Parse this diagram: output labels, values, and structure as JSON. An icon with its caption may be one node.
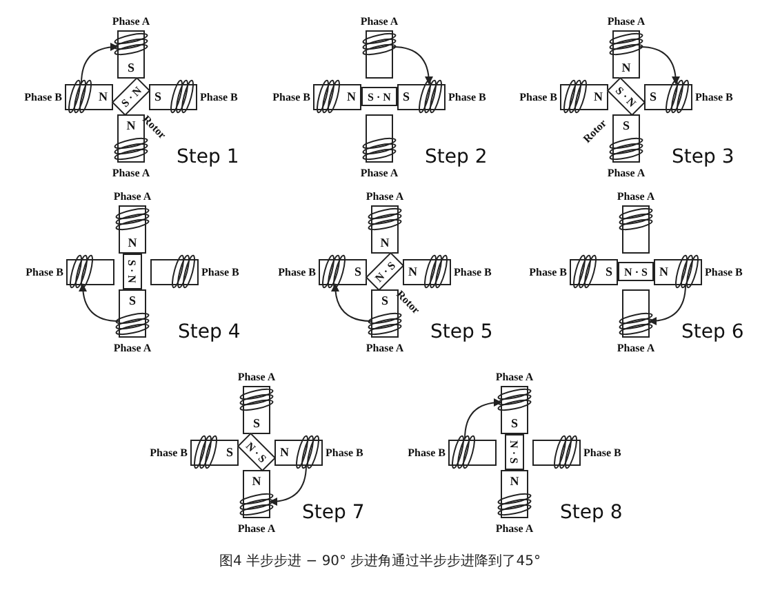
{
  "diagram": {
    "caption": "图4 半步步进 − 90° 步进角通过半步步进降到了45°",
    "nodes": [
      {
        "text": [
          "S"
        ],
        "beside": [
          "Phase A"
        ]
      },
      {
        "text": [
          "N"
        ],
        "beside": [
          "Phase B"
        ]
      },
      {
        "text": [
          "S · N"
        ],
        "beside": [
          "Rotor"
        ]
      },
      {
        "text": [
          "S"
        ],
        "beside": [
          "Phase B"
        ]
      },
      {
        "text": [
          "N"
        ],
        "beside": [
          "Phase A"
        ]
      },
      {
        "text": [],
        "shape": "box",
        "beside": [
          "Phase A"
        ]
      },
      {
        "text": [
          "N"
        ],
        "beside": [
          "Phase B"
        ]
      },
      {
        "text": [
          "S · N"
        ]
      },
      {
        "text": [
          "S"
        ],
        "beside": [
          "Phase B"
        ]
      },
      {
        "text": [],
        "shape": "box",
        "beside": [
          "Phase A"
        ]
      },
      {
        "text": [
          "N"
        ],
        "beside": [
          "Phase A"
        ]
      },
      {
        "text": [
          "N"
        ],
        "beside": [
          "Phase B"
        ]
      },
      {
        "text": [
          "S · N"
        ],
        "beside": [
          "Rotor"
        ]
      },
      {
        "text": [
          "S"
        ],
        "beside": [
          "Phase B"
        ]
      },
      {
        "text": [
          "S"
        ],
        "beside": [
          "Phase A"
        ]
      },
      {
        "text": [
          "N"
        ],
        "beside": [
          "Phase A"
        ]
      },
      {
        "text": [],
        "shape": "box",
        "beside": [
          "Phase B"
        ]
      },
      {
        "text": [
          "S · N"
        ]
      },
      {
        "text": [],
        "shape": "box",
        "beside": [
          "Phase B"
        ]
      },
      {
        "text": [
          "S"
        ],
        "beside": [
          "Phase A"
        ]
      },
      {
        "text": [
          "N"
        ],
        "beside": [
          "Phase A"
        ]
      },
      {
        "text": [
          "S"
        ],
        "beside": [
          "Phase B"
        ]
      },
      {
        "text": [
          "N · S"
        ],
        "beside": [
          "Rotor"
        ]
      },
      {
        "text": [
          "N"
        ],
        "beside": [
          "Phase B"
        ]
      },
      {
        "text": [
          "S"
        ],
        "beside": [
          "Phase A"
        ]
      },
      {
        "text": [],
        "shape": "box",
        "beside": [
          "Phase A"
        ]
      },
      {
        "text": [
          "S"
        ],
        "beside": [
          "Phase B"
        ]
      },
      {
        "text": [
          "N · S"
        ]
      },
      {
        "text": [
          "N"
        ],
        "beside": [
          "Phase B"
        ]
      },
      {
        "text": [],
        "shape": "box",
        "beside": [
          "Phase A"
        ]
      },
      {
        "text": [
          "S"
        ],
        "beside": [
          "Phase A"
        ]
      },
      {
        "text": [
          "S"
        ],
        "beside": [
          "Phase B"
        ]
      },
      {
        "text": [
          "N · S"
        ]
      },
      {
        "text": [
          "N"
        ],
        "beside": [
          "Phase B"
        ]
      },
      {
        "text": [
          "N"
        ],
        "beside": [
          "Phase A"
        ]
      },
      {
        "text": [
          "S"
        ],
        "beside": [
          "Phase A"
        ]
      },
      {
        "text": [],
        "shape": "box",
        "beside": [
          "Phase B"
        ]
      },
      {
        "text": [
          "N · S"
        ]
      },
      {
        "text": [],
        "shape": "box",
        "beside": [
          "Phase B"
        ]
      },
      {
        "text": [
          "N"
        ],
        "beside": [
          "Phase A"
        ]
      }
    ],
    "edges": [
      {
        "from": 1,
        "to": 0,
        "arrow": "to"
      },
      {
        "from": 5,
        "to": 8,
        "arrow": "to"
      },
      {
        "from": 10,
        "to": 13,
        "arrow": "to"
      },
      {
        "from": 19,
        "to": 16,
        "arrow": "to"
      },
      {
        "from": 24,
        "to": 21,
        "arrow": "to"
      },
      {
        "from": 28,
        "to": 29,
        "arrow": "to"
      },
      {
        "from": 33,
        "to": 34,
        "arrow": "to"
      },
      {
        "from": 36,
        "to": 35,
        "arrow": "to"
      }
    ],
    "labels": [
      "Step 1",
      "Step 2",
      "Step 3",
      "Step 4",
      "Step 5",
      "Step 6",
      "Step 7",
      "Step 8"
    ]
  }
}
